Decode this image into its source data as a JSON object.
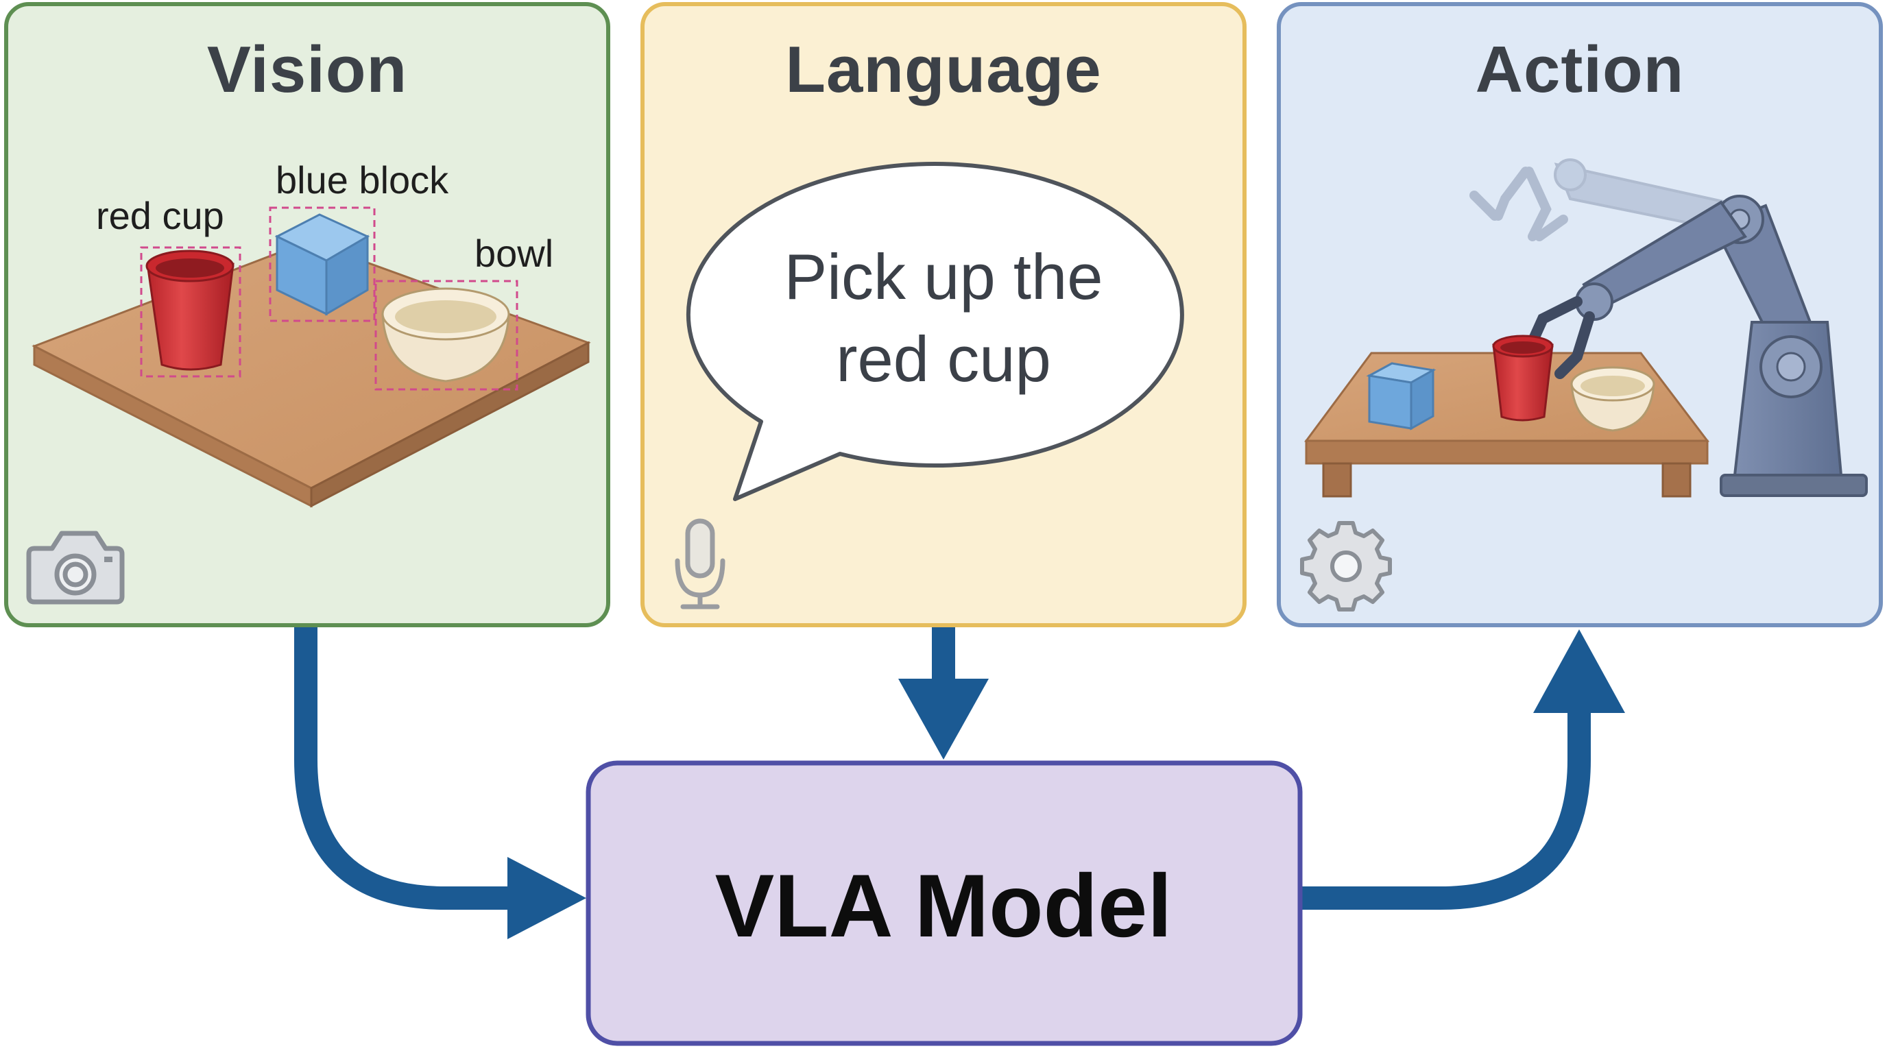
{
  "panels": {
    "vision": {
      "title": "Vision",
      "labels": {
        "red_cup": "red cup",
        "blue_block": "blue block",
        "bowl": "bowl"
      },
      "icon": "camera-icon",
      "fill": "#e5efdf",
      "border": "#5e8f52"
    },
    "language": {
      "title": "Language",
      "speech_line1": "Pick up the",
      "speech_line2": "red cup",
      "icon": "microphone-icon",
      "fill": "#fbf0d3",
      "border": "#e6bd5c"
    },
    "action": {
      "title": "Action",
      "icon": "gear-icon",
      "fill": "#dfe9f6",
      "border": "#7592bf"
    }
  },
  "model": {
    "label": "VLA Model",
    "fill": "#ddd4ec",
    "border": "#4f4fa6"
  },
  "colors": {
    "arrow": "#1b5a93"
  }
}
